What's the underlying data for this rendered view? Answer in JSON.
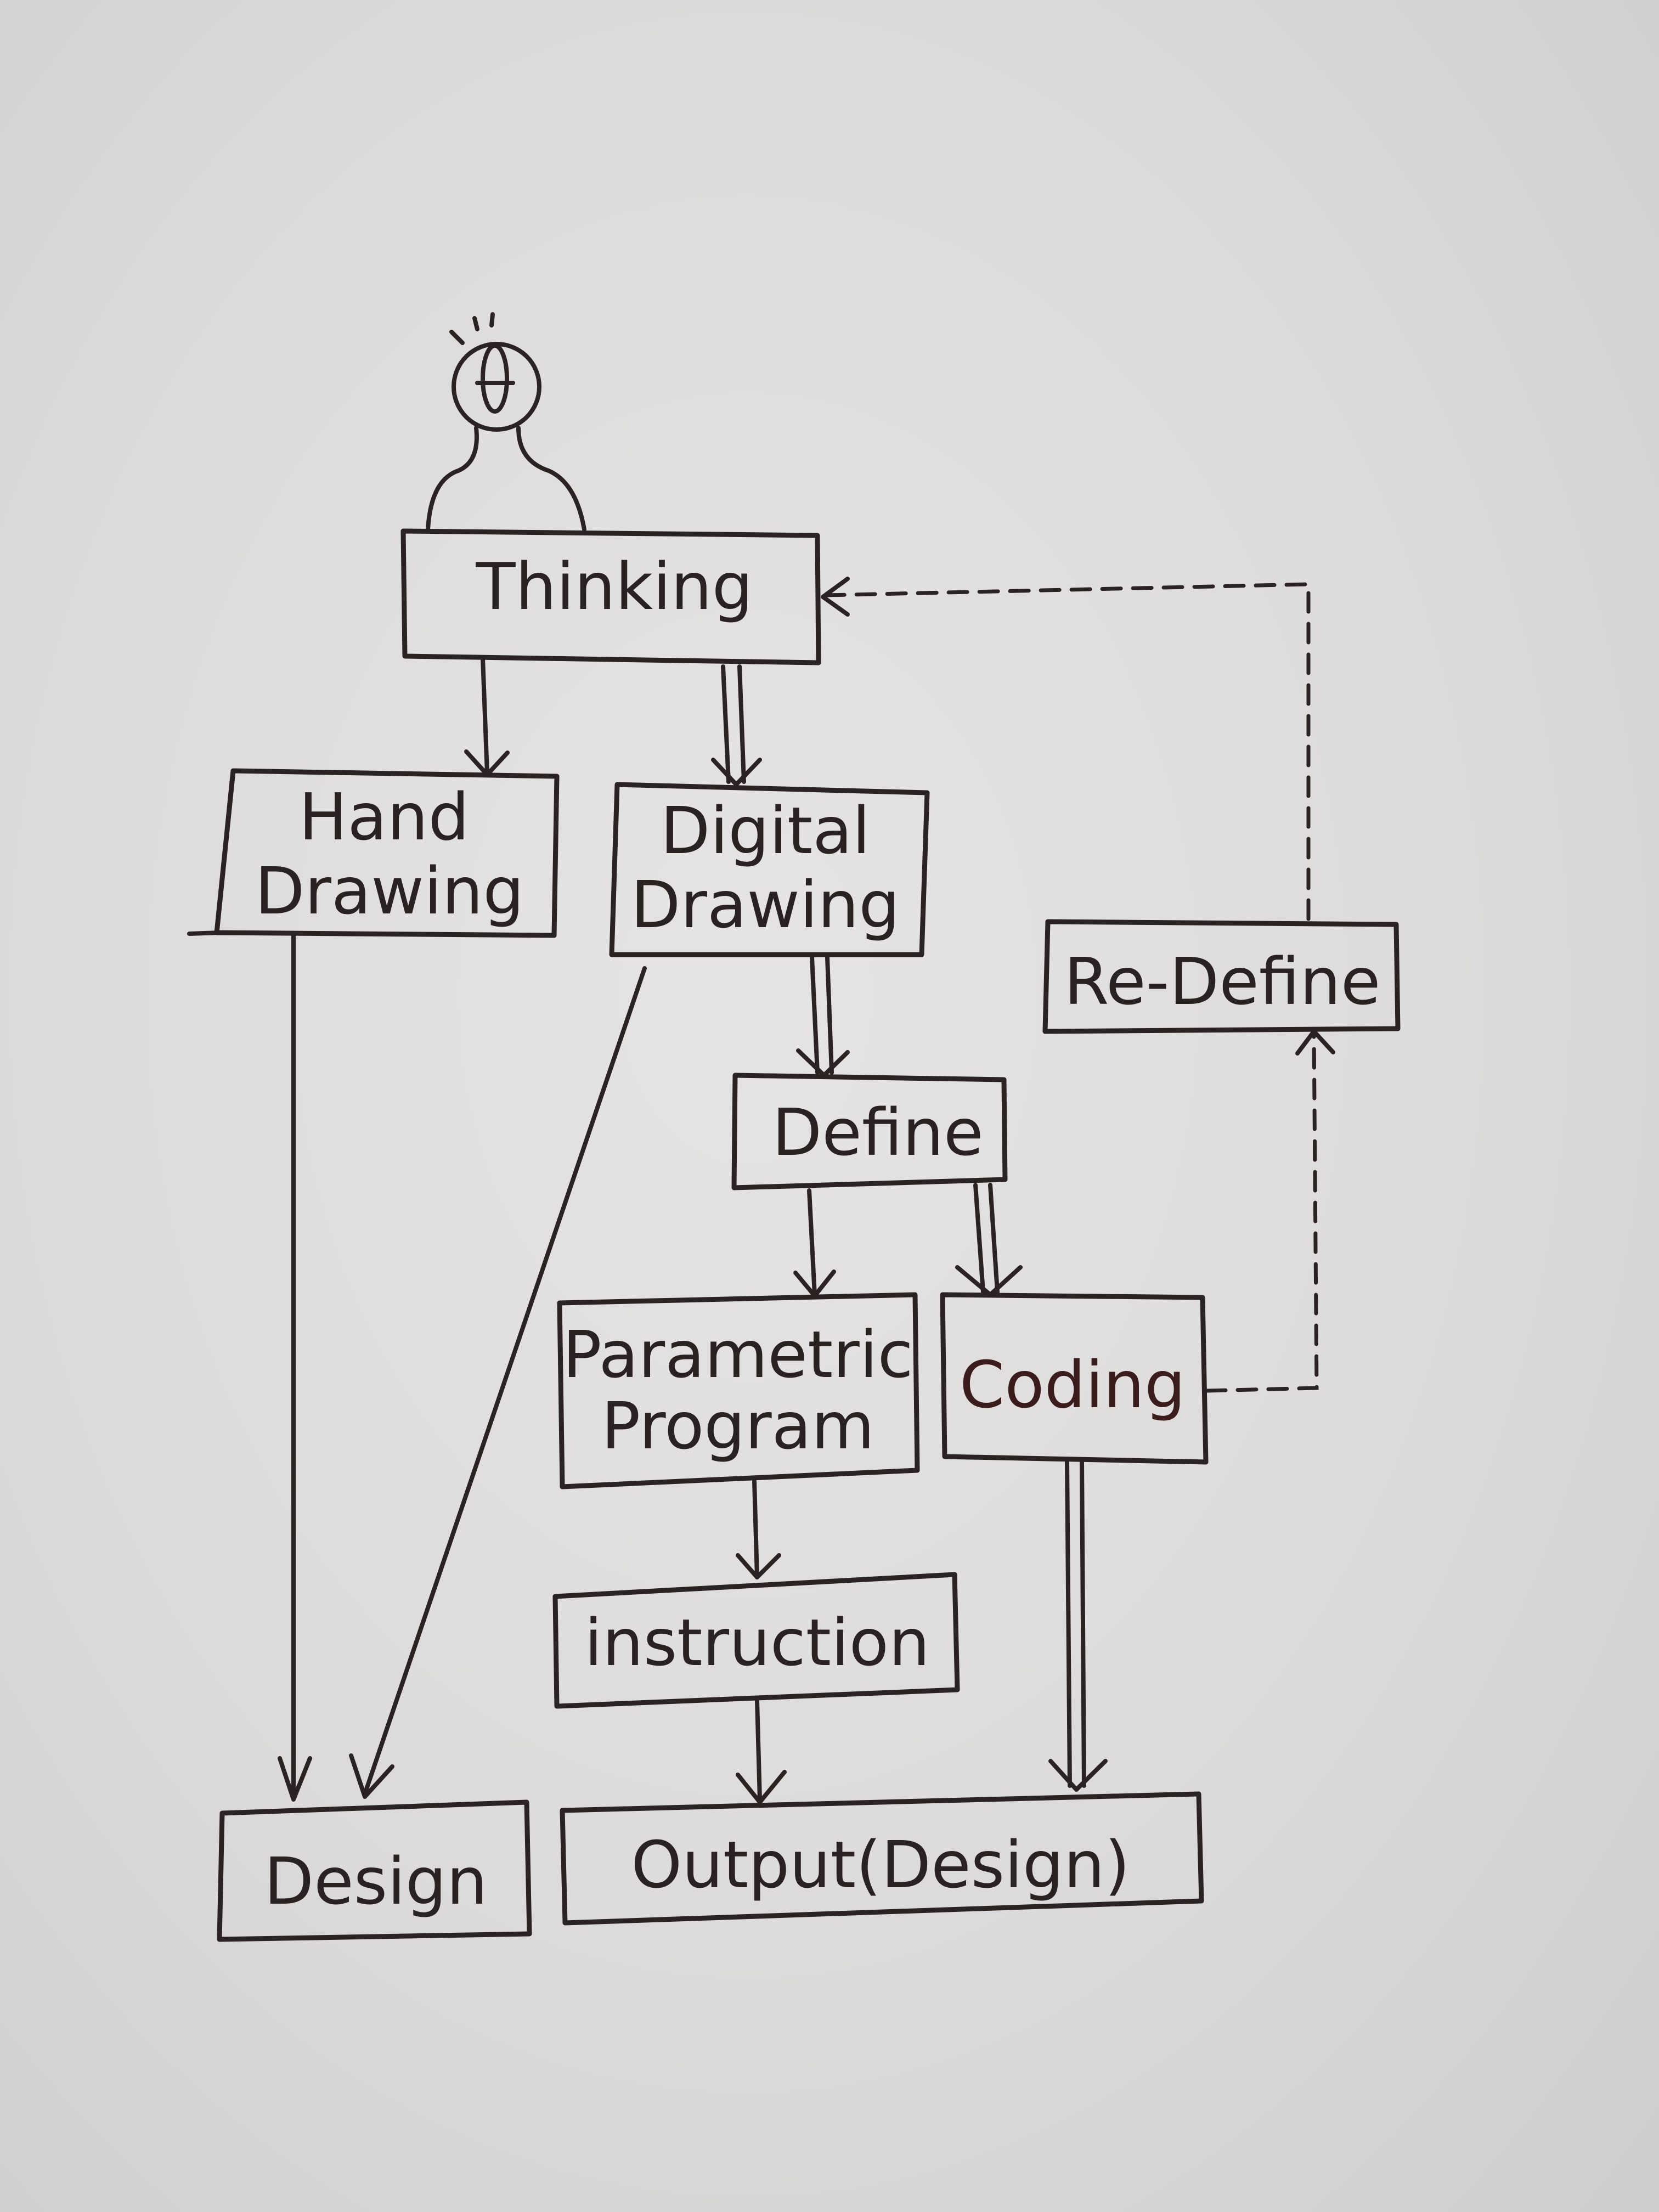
{
  "diagram": {
    "nodes": {
      "thinking": "Thinking",
      "hand_drawing_line1": "Hand",
      "hand_drawing_line2": "Drawing",
      "digital_drawing_line1": "Digital",
      "digital_drawing_line2": "Drawing",
      "define": "Define",
      "re_define": "Re-Define",
      "parametric_program_line1": "Parametric",
      "parametric_program_line2": "Program",
      "coding": "Coding",
      "instruction": "instruction",
      "design": "Design",
      "output_design": "Output(Design)"
    },
    "edges": [
      {
        "from": "Thinking",
        "to": "Hand Drawing",
        "style": "single"
      },
      {
        "from": "Thinking",
        "to": "Digital Drawing",
        "style": "double"
      },
      {
        "from": "Hand Drawing",
        "to": "Design",
        "style": "single"
      },
      {
        "from": "Digital Drawing",
        "to": "Design",
        "style": "single"
      },
      {
        "from": "Digital Drawing",
        "to": "Define",
        "style": "double"
      },
      {
        "from": "Define",
        "to": "Parametric Program",
        "style": "single"
      },
      {
        "from": "Define",
        "to": "Coding",
        "style": "double"
      },
      {
        "from": "Parametric Program",
        "to": "instruction",
        "style": "single"
      },
      {
        "from": "instruction",
        "to": "Output(Design)",
        "style": "single"
      },
      {
        "from": "Coding",
        "to": "Output(Design)",
        "style": "double"
      },
      {
        "from": "Coding",
        "to": "Re-Define",
        "style": "dashed"
      },
      {
        "from": "Re-Define",
        "to": "Thinking",
        "style": "dashed"
      }
    ],
    "colors": {
      "ink": "#2b2222",
      "paper": "#dfdddc"
    }
  }
}
